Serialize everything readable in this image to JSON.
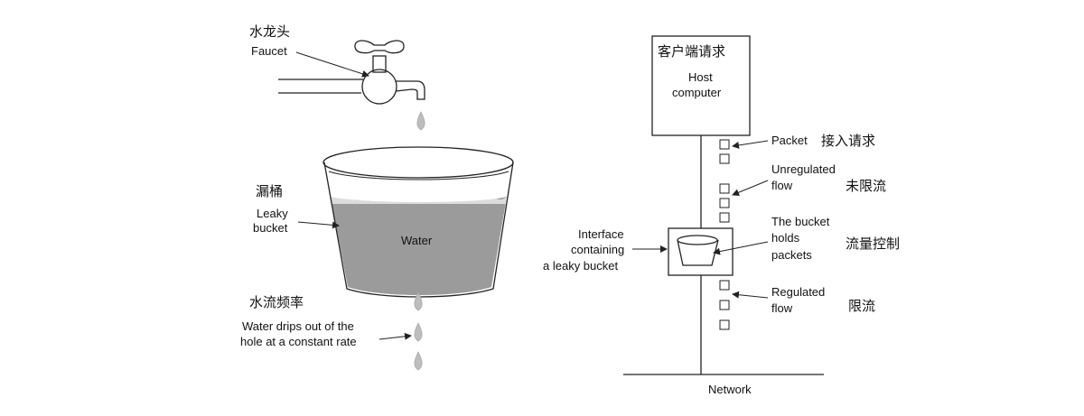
{
  "left": {
    "faucet_cn": "水龙头",
    "faucet_en": "Faucet",
    "bucket_cn": "漏桶",
    "bucket_en_line1": "Leaky",
    "bucket_en_line2": "bucket",
    "water_label": "Water",
    "rate_cn": "水流频率",
    "rate_en_line1": "Water drips out of the",
    "rate_en_line2": "hole at a constant rate"
  },
  "right": {
    "host_cn": "客户端请求",
    "host_en_line1": "Host",
    "host_en_line2": "computer",
    "packet_en": "Packet",
    "packet_cn": "接入请求",
    "unreg_en_line1": "Unregulated",
    "unreg_en_line2": "flow",
    "unreg_cn": "未限流",
    "interface_line1": "Interface",
    "interface_line2": "containing",
    "interface_line3": "a leaky bucket",
    "holds_line1": "The bucket",
    "holds_line2": "holds",
    "holds_line3": "packets",
    "holds_cn": "流量控制",
    "reg_en_line1": "Regulated",
    "reg_en_line2": "flow",
    "reg_cn": "限流",
    "network_label": "Network"
  }
}
